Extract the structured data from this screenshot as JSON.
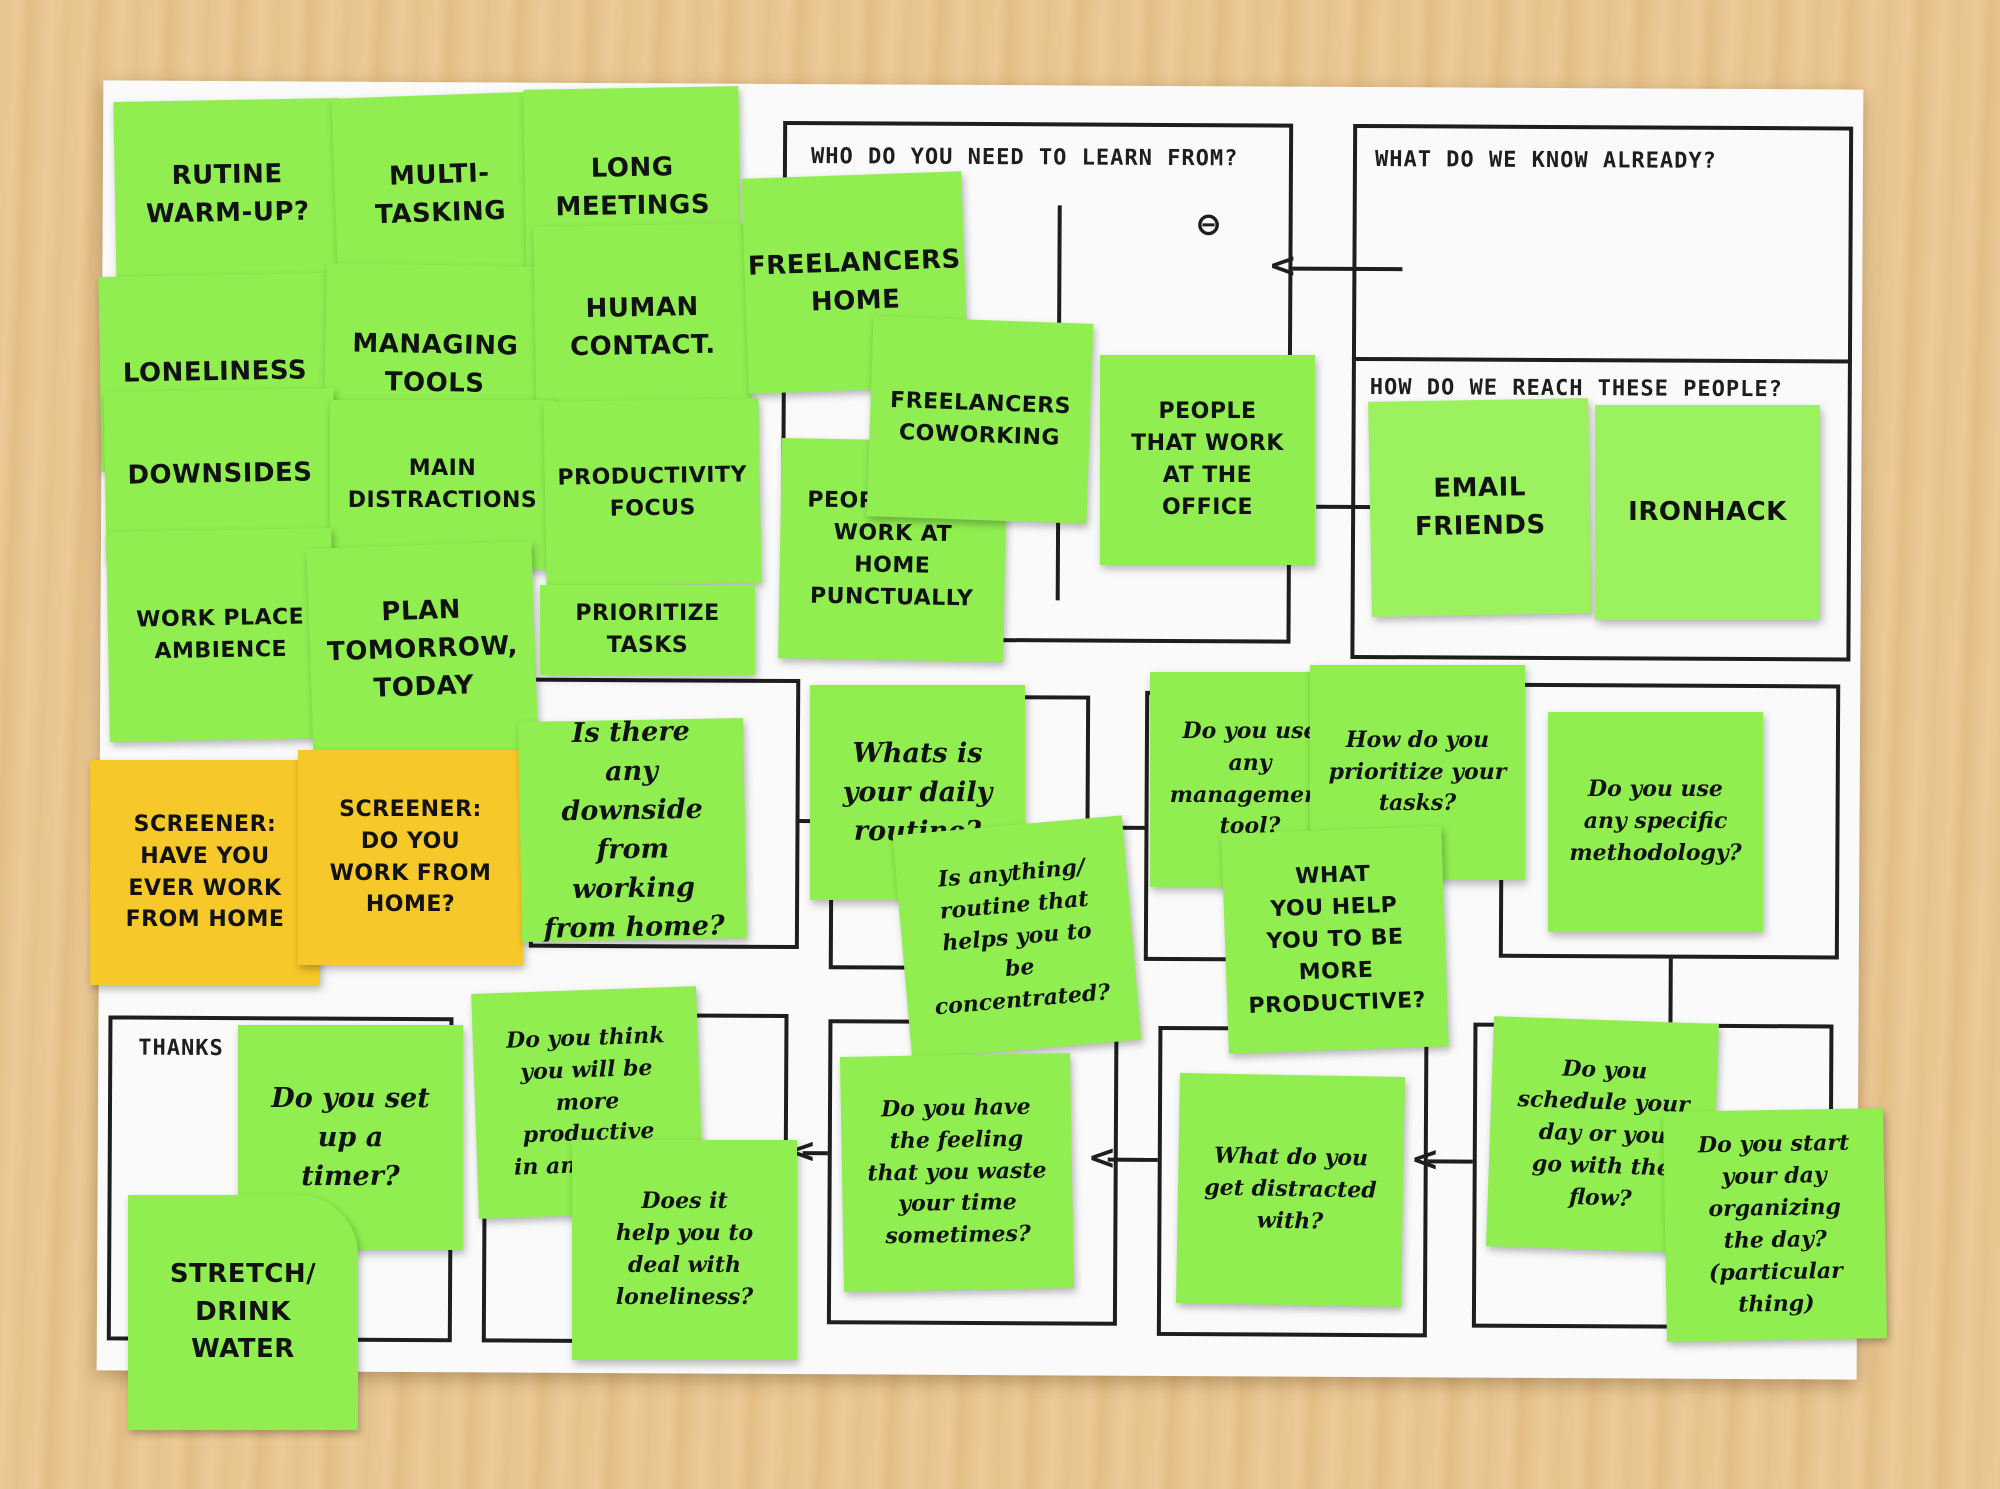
{
  "board_labels": {
    "who": "WHO DO YOU NEED TO LEARN FROM?",
    "know": "WHAT DO WE KNOW ALREADY?",
    "reach": "HOW DO WE REACH THESE PEOPLE?",
    "thanks": "THANKS",
    "minus": "⊖"
  },
  "notes": {
    "rutine": "RUTINE\nWARM-UP?",
    "multitasking": "MULTI-\nTASKING",
    "long_meetings": "LONG\nMEETINGS",
    "freelancers_home": "FREELANCERS\nHOME",
    "loneliness": "LONELINESS",
    "managing_tools": "MANAGING\nTOOLS",
    "human_contact": "HUMAN\nCONTACT.",
    "freelancers_coworking": "FREELANCERS\nCOWORKING",
    "people_office": "PEOPLE\nTHAT WORK\nAT THE\nOFFICE",
    "email_friends": "EMAIL\nFRIENDS",
    "ironhack": "IRONHACK",
    "downsides": "DOWNSIDES",
    "main_distractions": "MAIN\nDISTRACTIONS",
    "productivity_focus": "PRODUCTIVITY\nFOCUS",
    "people_home_punctually": "PEOPLE THAT\nWORK AT\nHOME\nPUNCTUALLY",
    "workplace_ambience": "WORK PLACE\nAMBIENCE",
    "plan_tomorrow": "PLAN\nTOMORROW,\nTODAY",
    "prioritize_tasks": "PRIORITIZE\nTASKS",
    "screener1": "SCREENER:\nHAVE YOU\nEVER WORK\nFROM HOME",
    "screener2": "SCREENER:\nDO YOU\nWORK FROM\nHOME?",
    "downside_home": "Is there\nany downside\nfrom working\nfrom home?",
    "daily_routine": "Whats is\nyour daily\nroutine?",
    "management_tool": "Do you use\nany management\ntool?",
    "prioritize_your_tasks": "How do you\nprioritize your\ntasks?",
    "specific_methodology": "Do you use\nany specific\nmethodology?",
    "routine_concentrated": "Is anything/\nroutine that\nhelps you to\nbe concentrated?",
    "more_productive": "WHAT\nYOU HELP\nYOU TO BE\nMORE\nPRODUCTIVE?",
    "set_timer": "Do you set\nup a\ntimer?",
    "productive_office": "Do you think\nyou will be\nmore productive\nin an office?",
    "feeling_waste": "Do you have\nthe feeling\nthat you waste\nyour time\nsometimes?",
    "distracted_with": "What do you\nget distracted\nwith?",
    "schedule_day": "Do you\nschedule your\nday or you\ngo with the\nflow?",
    "start_day": "Do you start\nyour day\norganizing\nthe day?\n(particular thing)",
    "loneliness_help": "Does it\nhelp you to\ndeal with\nloneliness?",
    "stretch_water": "STRETCH/\nDRINK\nWATER"
  },
  "colors": {
    "green": "#90ee50",
    "yellow": "#f7c829",
    "ink": "#1e1e1e",
    "board": "#fafafa"
  }
}
